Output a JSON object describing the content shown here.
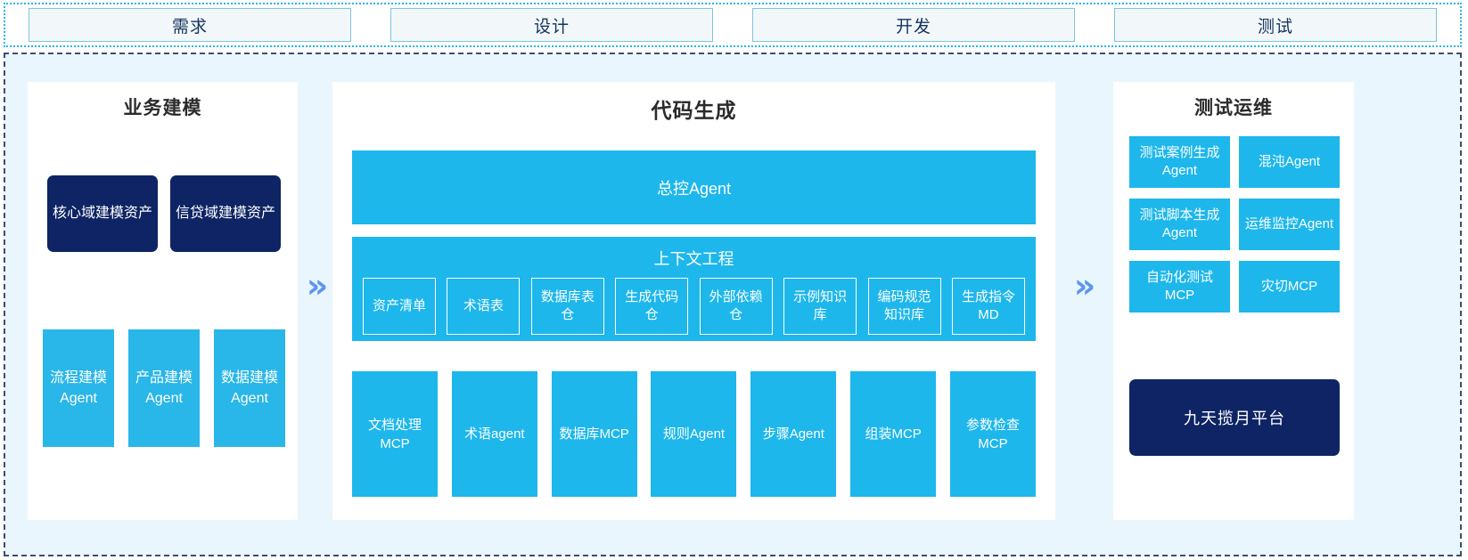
{
  "stages": [
    {
      "label": "需求"
    },
    {
      "label": "设计"
    },
    {
      "label": "开发"
    },
    {
      "label": "测试"
    }
  ],
  "colors": {
    "accent_cyan": "#1db7ec",
    "navy": "#0e2464",
    "panel_bg": "#eaf6fd",
    "chevron_blue": "#5b96ef",
    "stage_border": "#7ec4dd",
    "stage_fill": "#f2f7fa"
  },
  "arrows": {
    "left_chevron": "»",
    "right_chevron": "»"
  },
  "left_panel": {
    "title": "业务建模",
    "assets": [
      {
        "label": "核心域建模资产"
      },
      {
        "label": "信贷域建模资产"
      }
    ],
    "agents": [
      {
        "label": "流程建模Agent"
      },
      {
        "label": "产品建模Agent"
      },
      {
        "label": "数据建模Agent"
      }
    ]
  },
  "mid_panel": {
    "title": "代码生成",
    "master_agent": "总控Agent",
    "context": {
      "heading": "上下文工程",
      "chips": [
        {
          "label": "资产清单"
        },
        {
          "label": "术语表"
        },
        {
          "label": "数据库表仓"
        },
        {
          "label": "生成代码仓"
        },
        {
          "label": "外部依赖仓"
        },
        {
          "label": "示例知识库"
        },
        {
          "label": "编码规范知识库"
        },
        {
          "label": "生成指令MD"
        }
      ]
    },
    "tools": [
      {
        "label": "文档处理MCP"
      },
      {
        "label": "术语agent"
      },
      {
        "label": "数据库MCP"
      },
      {
        "label": "规则Agent"
      },
      {
        "label": "步骤Agent"
      },
      {
        "label": "组装MCP"
      },
      {
        "label": "参数检查MCP"
      }
    ]
  },
  "right_panel": {
    "title": "测试运维",
    "items": [
      {
        "label": "测试案例生成Agent"
      },
      {
        "label": "混沌Agent"
      },
      {
        "label": "测试脚本生成Agent"
      },
      {
        "label": "运维监控Agent"
      },
      {
        "label": "自动化测试MCP"
      },
      {
        "label": "灾切MCP"
      }
    ],
    "platform": "九天揽月平台"
  }
}
